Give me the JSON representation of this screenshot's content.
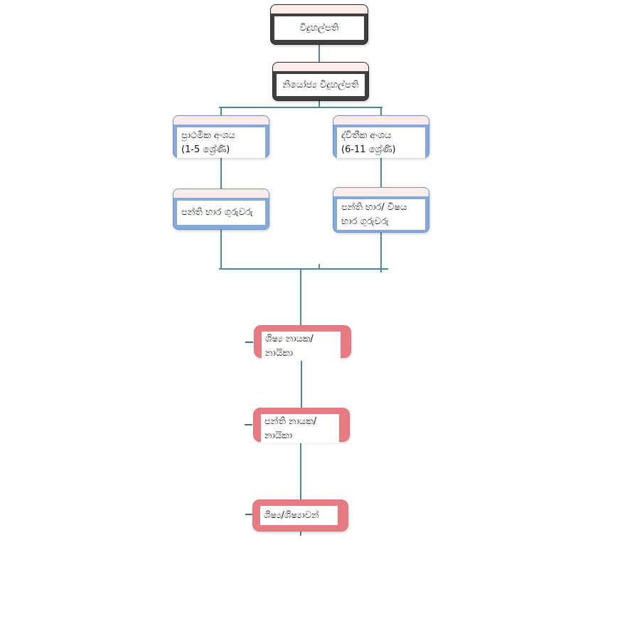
{
  "diagram": {
    "type": "org-chart",
    "nodes": {
      "principal": {
        "label": "විදුහල්පති"
      },
      "deputy_principal": {
        "label": "නියෝජ්‍ය විදුහල්පති"
      },
      "primary_section": {
        "line1": "ප්‍රාථමික අංශය",
        "line2": "(1-5 ශ්‍රේණි)"
      },
      "secondary_section": {
        "line1": "ද්විතීක අංශය",
        "line2": "(6-11 ශ්‍රේණි)"
      },
      "primary_class_teachers": {
        "label": "පන්ති භාර ගුරුවරු"
      },
      "secondary_class_teachers": {
        "line1": "පන්ති භාර/ විෂය",
        "line2": "භාර ගුරුවරු"
      },
      "student_leaders": {
        "line1": "ශිෂ්‍ය නායක/",
        "line2": "නායිකා"
      },
      "class_leaders": {
        "line1": "පන්ති නායක/",
        "line2": "නායිකා"
      },
      "students": {
        "label": "ශිෂ්‍ය/ශිෂ්‍යාවන්"
      }
    },
    "edges": [
      [
        "principal",
        "deputy_principal"
      ],
      [
        "deputy_principal",
        "primary_section"
      ],
      [
        "deputy_principal",
        "secondary_section"
      ],
      [
        "primary_section",
        "primary_class_teachers"
      ],
      [
        "secondary_section",
        "secondary_class_teachers"
      ],
      [
        "primary_class_teachers",
        "student_leaders"
      ],
      [
        "secondary_class_teachers",
        "student_leaders"
      ],
      [
        "student_leaders",
        "class_leaders"
      ],
      [
        "class_leaders",
        "students"
      ]
    ],
    "colors": {
      "dark_box_fill": "#3f3f3f",
      "blue_box_fill": "#84a9da",
      "red_box_fill": "#e87b82",
      "header_strip": "#fbecec",
      "inner_fill": "#ffffff",
      "connector": "#44899c",
      "text": "#111111",
      "background": "#ffffff"
    }
  }
}
